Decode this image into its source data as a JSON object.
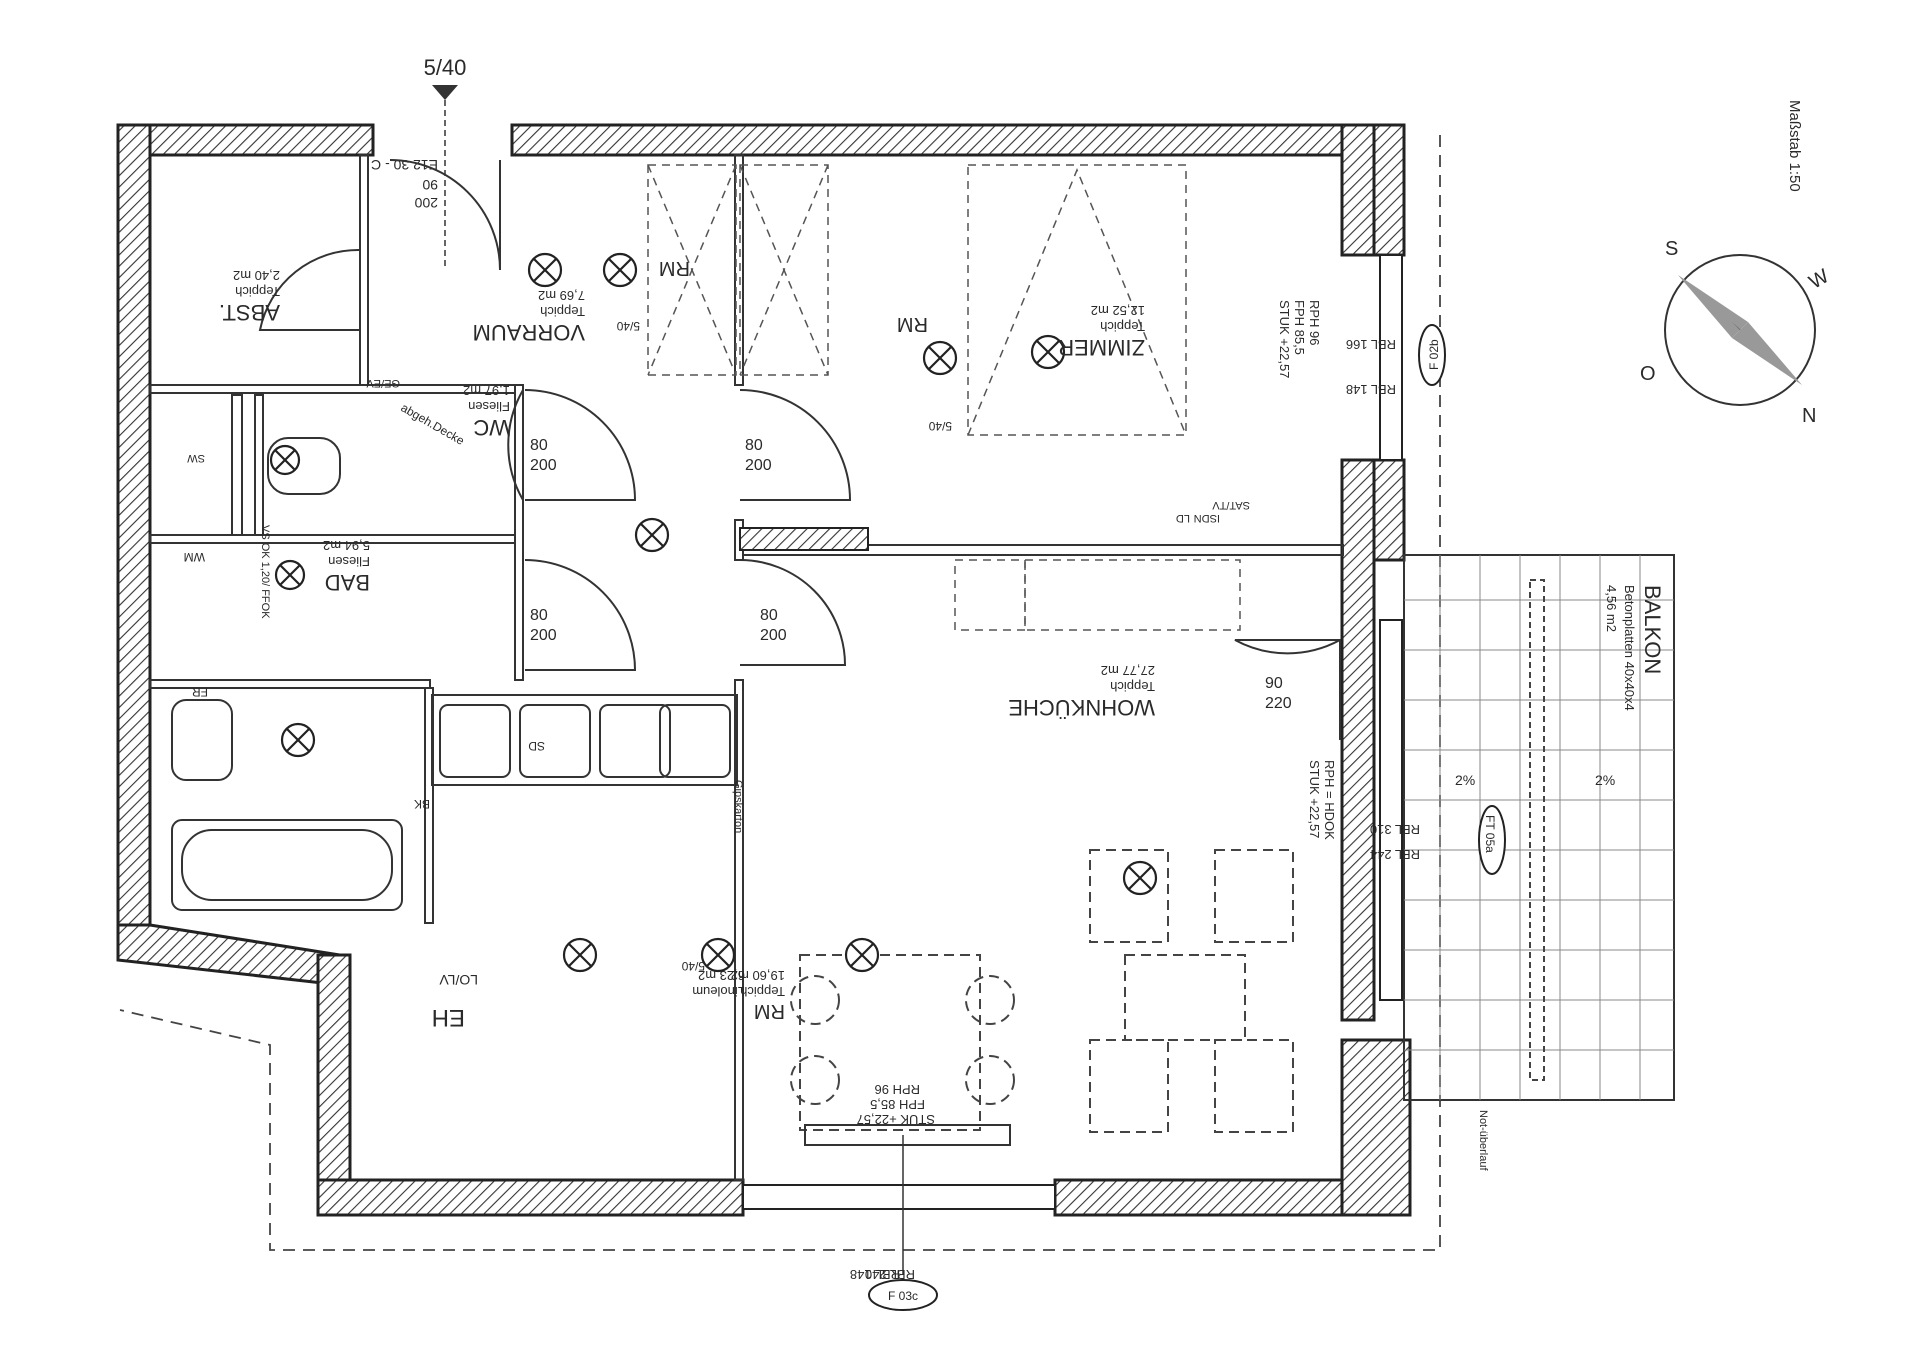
{
  "scale": "Maßstab 1:50",
  "section_marker": "5/40",
  "compass": {
    "top": "S",
    "right": "W",
    "bottom": "N",
    "left": "O"
  },
  "rooms": {
    "abst": {
      "name": "ABST.",
      "floor": "Teppich",
      "area": "2,40 m2"
    },
    "vorraum": {
      "name": "VORRAUM",
      "floor": "Teppich",
      "area": "7,69 m2"
    },
    "wc": {
      "name": "WC",
      "floor": "Fliesen",
      "area": "1,97 m2"
    },
    "bad": {
      "name": "BAD",
      "floor": "Fliesen",
      "area": "5,94 m2"
    },
    "zimmer": {
      "name": "ZIMMER",
      "floor": "Teppich",
      "area": "12,52 m2"
    },
    "wohnkueche": {
      "name": "WOHNKÜCHE",
      "floor": "Teppich",
      "area": "27,77 m2"
    },
    "kueche": {
      "floor": "Linoleum",
      "area": "6,23 m2"
    },
    "wohnen": {
      "floor": "Teppich",
      "area": "19,60 m2"
    },
    "balkon": {
      "name": "BALKON",
      "floor": "Betonplatten 40x40x4",
      "area": "4,56 m2"
    }
  },
  "doors": {
    "entry": "E12 30 - C",
    "entry_w": "90",
    "entry_h": "200",
    "d1_w": "80",
    "d1_h": "200",
    "d2_w": "80",
    "d2_h": "200",
    "d3_w": "80",
    "d3_h": "200",
    "d4_w": "80",
    "d4_h": "200",
    "balkon_w": "90",
    "balkon_h": "220"
  },
  "windows": {
    "f02b": "F 02b",
    "f02b_rbl1": "RBL 166",
    "f02b_rbl2": "RBL 148",
    "f02b_rph": "RPH 96",
    "f02b_fph": "FPH 85,5",
    "f02b_stuk": "STUK +22,57",
    "f05a": "FT 05a",
    "f05a_rbl1": "RBL 310",
    "f05a_rbl2": "RBL 244",
    "f05a_rph": "RPH = HDOK",
    "f05a_stuk": "STUK +22,57",
    "f03c": "F 03c",
    "f03c_rbl1": "RBL 240",
    "f03c_rbl2": "RBL 148",
    "f03c_rph": "RPH 96",
    "f03c_fph": "FPH 85,5",
    "f03c_stuk": "STUK +22,57"
  },
  "labels": {
    "rm": "RM",
    "rm2": "RM",
    "rm3": "RM",
    "s40": "5/40",
    "s40b": "5/40",
    "s40c": "5/40",
    "eh": "EH",
    "lv": "LO/LV",
    "fr": "FR",
    "wm": "WM",
    "bk": "BK",
    "sd": "SD",
    "ld": "LD",
    "isdn": "ISDN",
    "sattv": "SAT/TV",
    "wc_note": "VS OK 1,20/ FFOK",
    "abgeh": "abgeh.Decke",
    "gefaelle1": "2%",
    "gefaelle2": "2%",
    "notueberlauf": "Not-überlauf",
    "gipskarton": "Gipskarton",
    "ge": "GE/EV",
    "sw": "SW"
  }
}
